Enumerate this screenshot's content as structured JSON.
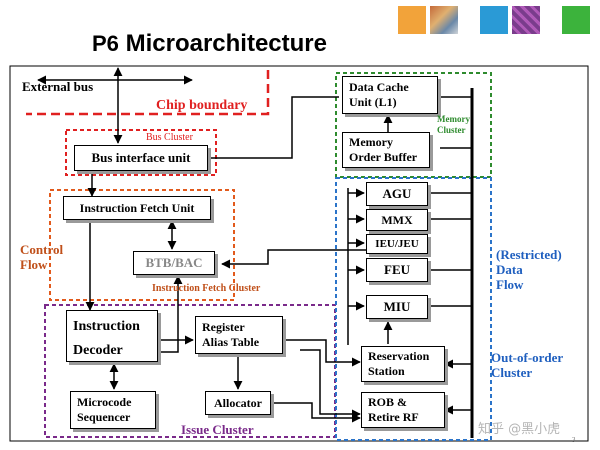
{
  "title": {
    "prefix": "P6",
    "main": "Microarchitecture"
  },
  "corner_colors": [
    "#f2a33a",
    "#3a8fd1",
    "#2a9ad6",
    "#7a3c8c",
    "#3cb33c"
  ],
  "colors": {
    "chip_boundary": "#e02020",
    "bus_cluster": "#e02020",
    "ifetch_cluster": "#e25a1c",
    "memory_cluster": "#2e8b2e",
    "ooo_cluster": "#2b74c9",
    "issue_cluster": "#7a2a8a"
  },
  "labels": {
    "external_bus": "External bus",
    "chip_boundary": "Chip boundary",
    "bus_cluster": "Bus Cluster",
    "control_flow_1": "Control",
    "control_flow_2": "Flow",
    "ifetch_cluster": "Instruction Fetch Cluster",
    "issue_cluster": "Issue Cluster",
    "memory_cluster_1": "Memory",
    "memory_cluster_2": "Cluster",
    "restricted_1": "(Restricted)",
    "restricted_2": "Data",
    "restricted_3": "Flow",
    "ooo_1": "Out-of-order",
    "ooo_2": "Cluster",
    "watermark": "知乎 @黑小虎",
    "page_number": "3"
  },
  "blocks": {
    "bus_interface": "Bus interface unit",
    "ifetch": "Instruction Fetch Unit",
    "btb": "BTB/BAC",
    "decoder_1": "Instruction",
    "decoder_2": "Decoder",
    "microcode_1": "Microcode",
    "microcode_2": "Sequencer",
    "rat_1": "Register",
    "rat_2": "Alias Table",
    "allocator": "Allocator",
    "dcache_1": "Data Cache",
    "dcache_2": "Unit (L1)",
    "mob_1": "Memory",
    "mob_2": "Order Buffer",
    "agu": "AGU",
    "mmx": "MMX",
    "ieu": "IEU/JEU",
    "feu": "FEU",
    "miu": "MIU",
    "rs_1": "Reservation",
    "rs_2": "Station",
    "rob_1": "ROB &",
    "rob_2": "Retire RF"
  }
}
